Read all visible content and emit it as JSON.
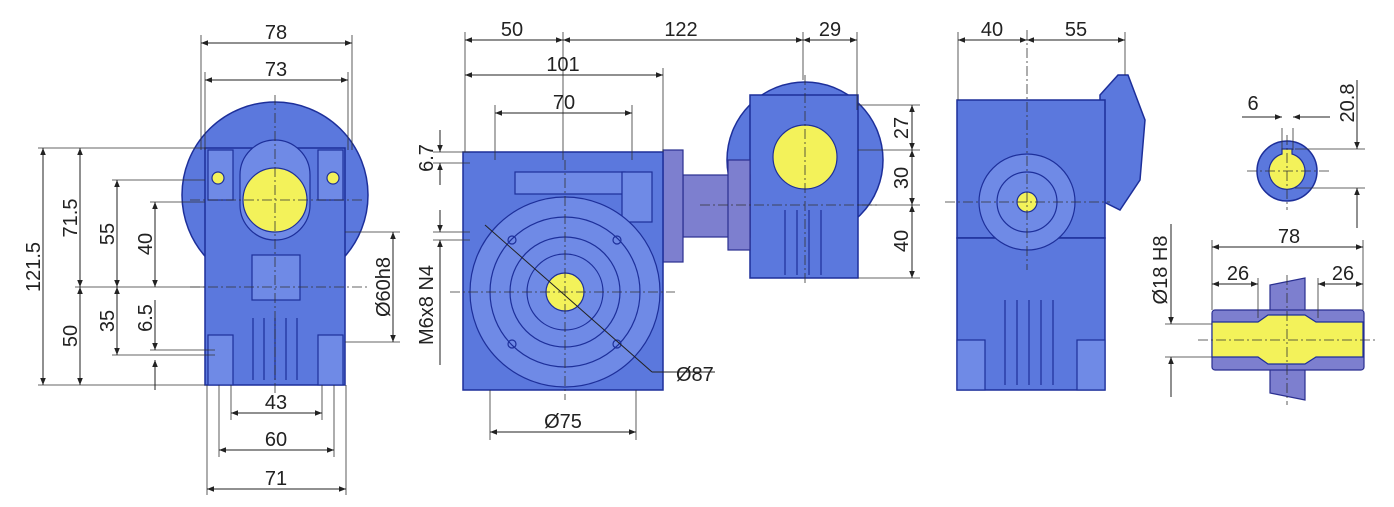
{
  "colors": {
    "body": "#5b78dd",
    "bore": "#f3f25a",
    "outline": "#1d2f9a",
    "dim": "#222222"
  },
  "front_view": {
    "w78": "78",
    "w73": "73",
    "h121_5": "121.5",
    "h71_5": "71.5",
    "h55": "55",
    "h40": "40",
    "h50": "50",
    "h35": "35",
    "h6_5": "6.5",
    "flange_dia": "Ø60h8",
    "w43": "43",
    "w60": "60",
    "w71": "71"
  },
  "side_view": {
    "w50": "50",
    "w122": "122",
    "w29": "29",
    "w101": "101",
    "w70": "70",
    "h6_7": "6.7",
    "thread": "M6x8 N4",
    "dia87": "Ø87",
    "dia75": "Ø75",
    "h27": "27",
    "h30": "30",
    "h40": "40"
  },
  "rear_view": {
    "w40": "40",
    "w55": "55"
  },
  "shaft_detail": {
    "key_width": "6",
    "key_height": "20.8",
    "bore": "Ø18 H8",
    "length": "78",
    "end_left": "26",
    "end_right": "26"
  }
}
